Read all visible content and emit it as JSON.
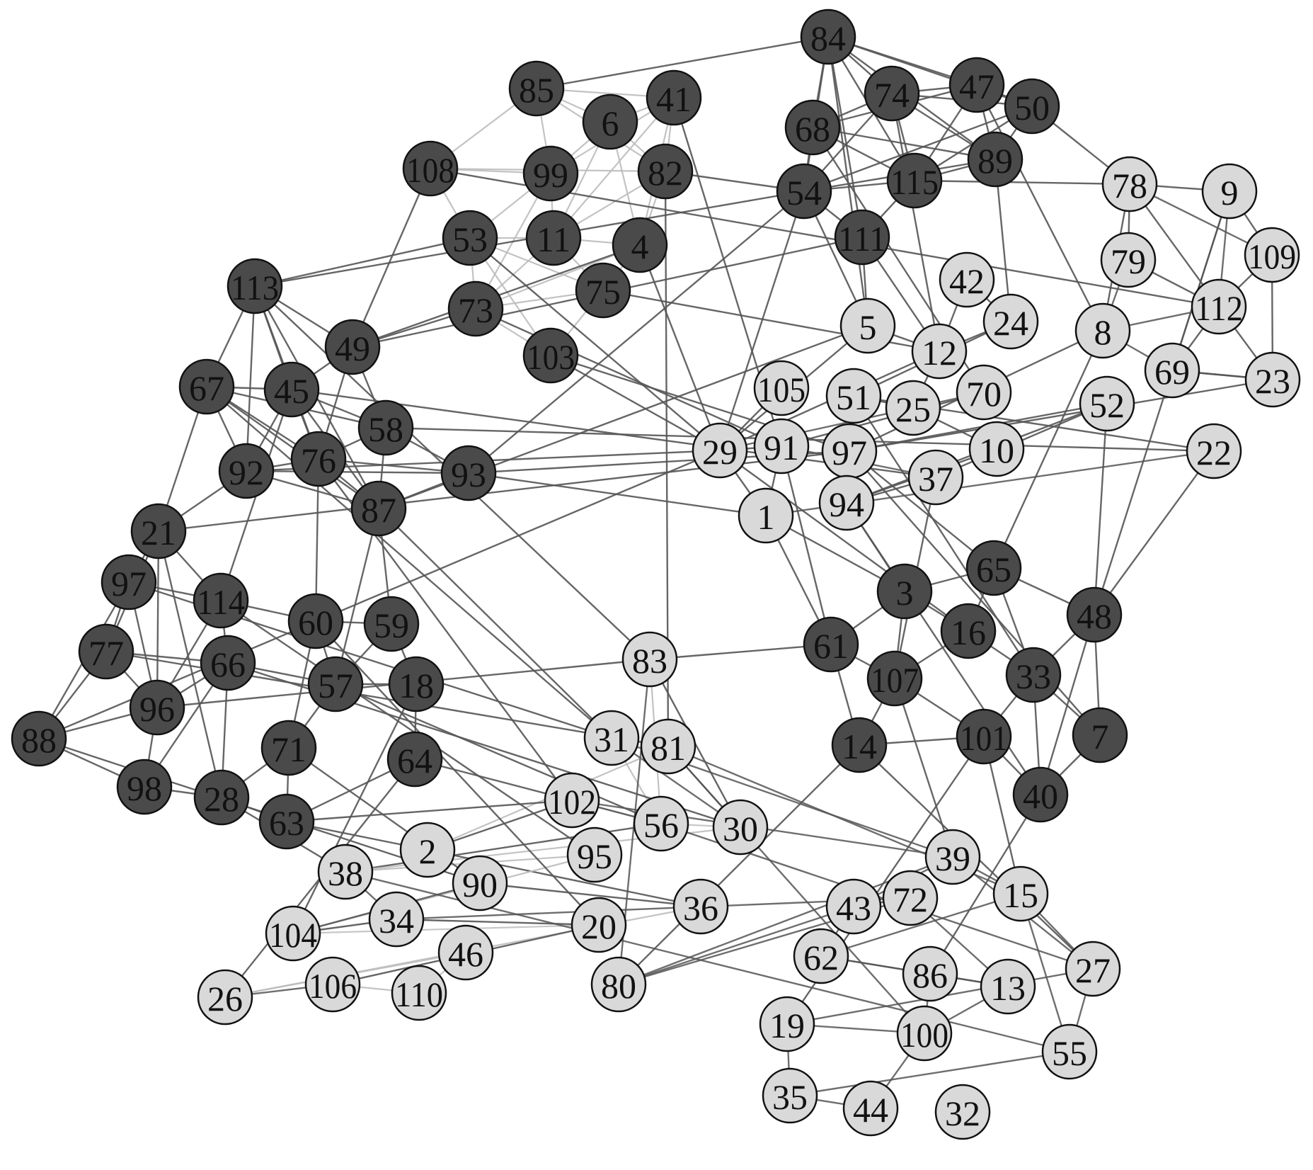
{
  "colors": {
    "dark_node": "#4a4a4a",
    "light_node": "#d9d9d9",
    "node_stroke": "#111111",
    "edge_dark": "#555555",
    "edge_light": "#bdbdbd",
    "label": "#111111"
  },
  "nodes": [
    {
      "label": "84",
      "group": "dark"
    },
    {
      "label": "74",
      "group": "dark"
    },
    {
      "label": "47",
      "group": "dark"
    },
    {
      "label": "50",
      "group": "dark"
    },
    {
      "label": "68",
      "group": "dark"
    },
    {
      "label": "89",
      "group": "dark"
    },
    {
      "label": "115",
      "group": "dark"
    },
    {
      "label": "54",
      "group": "dark"
    },
    {
      "label": "111",
      "group": "dark"
    },
    {
      "label": "85",
      "group": "dark"
    },
    {
      "label": "41",
      "group": "dark"
    },
    {
      "label": "6",
      "group": "dark"
    },
    {
      "label": "108",
      "group": "dark"
    },
    {
      "label": "99",
      "group": "dark"
    },
    {
      "label": "82",
      "group": "dark"
    },
    {
      "label": "53",
      "group": "dark"
    },
    {
      "label": "11",
      "group": "dark"
    },
    {
      "label": "4",
      "group": "dark"
    },
    {
      "label": "75",
      "group": "dark"
    },
    {
      "label": "73",
      "group": "dark"
    },
    {
      "label": "103",
      "group": "dark"
    },
    {
      "label": "113",
      "group": "dark"
    },
    {
      "label": "49",
      "group": "dark"
    },
    {
      "label": "67",
      "group": "dark"
    },
    {
      "label": "45",
      "group": "dark"
    },
    {
      "label": "58",
      "group": "dark"
    },
    {
      "label": "92",
      "group": "dark"
    },
    {
      "label": "76",
      "group": "dark"
    },
    {
      "label": "93",
      "group": "dark"
    },
    {
      "label": "87",
      "group": "dark"
    },
    {
      "label": "21",
      "group": "dark"
    },
    {
      "label": "97",
      "group": "dark"
    },
    {
      "label": "114",
      "group": "dark"
    },
    {
      "label": "60",
      "group": "dark"
    },
    {
      "label": "59",
      "group": "dark"
    },
    {
      "label": "77",
      "group": "dark"
    },
    {
      "label": "66",
      "group": "dark"
    },
    {
      "label": "57",
      "group": "dark"
    },
    {
      "label": "18",
      "group": "dark"
    },
    {
      "label": "96",
      "group": "dark"
    },
    {
      "label": "88",
      "group": "dark"
    },
    {
      "label": "71",
      "group": "dark"
    },
    {
      "label": "64",
      "group": "dark"
    },
    {
      "label": "98",
      "group": "dark"
    },
    {
      "label": "28",
      "group": "dark"
    },
    {
      "label": "63",
      "group": "dark"
    },
    {
      "label": "3",
      "group": "dark"
    },
    {
      "label": "65",
      "group": "dark"
    },
    {
      "label": "48",
      "group": "dark"
    },
    {
      "label": "16",
      "group": "dark"
    },
    {
      "label": "61",
      "group": "dark"
    },
    {
      "label": "107",
      "group": "dark"
    },
    {
      "label": "33",
      "group": "dark"
    },
    {
      "label": "14",
      "group": "dark"
    },
    {
      "label": "101",
      "group": "dark"
    },
    {
      "label": "7",
      "group": "dark"
    },
    {
      "label": "40",
      "group": "dark"
    },
    {
      "label": "78",
      "group": "light"
    },
    {
      "label": "9",
      "group": "light"
    },
    {
      "label": "109",
      "group": "light"
    },
    {
      "label": "79",
      "group": "light"
    },
    {
      "label": "42",
      "group": "light"
    },
    {
      "label": "112",
      "group": "light"
    },
    {
      "label": "5",
      "group": "light"
    },
    {
      "label": "24",
      "group": "light"
    },
    {
      "label": "8",
      "group": "light"
    },
    {
      "label": "12",
      "group": "light"
    },
    {
      "label": "69",
      "group": "light"
    },
    {
      "label": "23",
      "group": "light"
    },
    {
      "label": "105",
      "group": "light"
    },
    {
      "label": "51",
      "group": "light"
    },
    {
      "label": "70",
      "group": "light"
    },
    {
      "label": "25",
      "group": "light"
    },
    {
      "label": "52",
      "group": "light"
    },
    {
      "label": "29",
      "group": "light"
    },
    {
      "label": "91",
      "group": "light"
    },
    {
      "label": "97",
      "group": "light"
    },
    {
      "label": "10",
      "group": "light"
    },
    {
      "label": "22",
      "group": "light"
    },
    {
      "label": "37",
      "group": "light"
    },
    {
      "label": "1",
      "group": "light"
    },
    {
      "label": "94",
      "group": "light"
    },
    {
      "label": "83",
      "group": "light"
    },
    {
      "label": "31",
      "group": "light"
    },
    {
      "label": "81",
      "group": "light"
    },
    {
      "label": "102",
      "group": "light"
    },
    {
      "label": "56",
      "group": "light"
    },
    {
      "label": "30",
      "group": "light"
    },
    {
      "label": "2",
      "group": "light"
    },
    {
      "label": "38",
      "group": "light"
    },
    {
      "label": "90",
      "group": "light"
    },
    {
      "label": "95",
      "group": "light"
    },
    {
      "label": "104",
      "group": "light"
    },
    {
      "label": "34",
      "group": "light"
    },
    {
      "label": "36",
      "group": "light"
    },
    {
      "label": "20",
      "group": "light"
    },
    {
      "label": "46",
      "group": "light"
    },
    {
      "label": "26",
      "group": "light"
    },
    {
      "label": "106",
      "group": "light"
    },
    {
      "label": "110",
      "group": "light"
    },
    {
      "label": "80",
      "group": "light"
    },
    {
      "label": "39",
      "group": "light"
    },
    {
      "label": "43",
      "group": "light"
    },
    {
      "label": "72",
      "group": "light"
    },
    {
      "label": "15",
      "group": "light"
    },
    {
      "label": "62",
      "group": "light"
    },
    {
      "label": "86",
      "group": "light"
    },
    {
      "label": "13",
      "group": "light"
    },
    {
      "label": "27",
      "group": "light"
    },
    {
      "label": "19",
      "group": "light"
    },
    {
      "label": "100",
      "group": "light"
    },
    {
      "label": "55",
      "group": "light"
    },
    {
      "label": "35",
      "group": "light"
    },
    {
      "label": "44",
      "group": "light"
    },
    {
      "label": "32",
      "group": "light"
    }
  ],
  "edges": [
    [
      0,
      1
    ],
    [
      0,
      2
    ],
    [
      0,
      4
    ],
    [
      0,
      7
    ],
    [
      0,
      6
    ],
    [
      0,
      8
    ],
    [
      0,
      9
    ],
    [
      0,
      5
    ],
    [
      1,
      2
    ],
    [
      1,
      3
    ],
    [
      1,
      4
    ],
    [
      1,
      7
    ],
    [
      1,
      6
    ],
    [
      1,
      5
    ],
    [
      2,
      3
    ],
    [
      2,
      5
    ],
    [
      2,
      6
    ],
    [
      2,
      4
    ],
    [
      3,
      5
    ],
    [
      3,
      6
    ],
    [
      3,
      7
    ],
    [
      4,
      7
    ],
    [
      4,
      6
    ],
    [
      4,
      5
    ],
    [
      5,
      6
    ],
    [
      5,
      7
    ],
    [
      6,
      7
    ],
    [
      7,
      8
    ],
    [
      8,
      6
    ],
    [
      0,
      3
    ],
    [
      9,
      11
    ],
    [
      9,
      13
    ],
    [
      9,
      14
    ],
    [
      9,
      12
    ],
    [
      9,
      10
    ],
    [
      10,
      11
    ],
    [
      10,
      14
    ],
    [
      10,
      13
    ],
    [
      10,
      16
    ],
    [
      10,
      17
    ],
    [
      11,
      13
    ],
    [
      11,
      14
    ],
    [
      11,
      16
    ],
    [
      11,
      17
    ],
    [
      12,
      13
    ],
    [
      12,
      15
    ],
    [
      12,
      14
    ],
    [
      13,
      15
    ],
    [
      13,
      16
    ],
    [
      13,
      19
    ],
    [
      14,
      16
    ],
    [
      14,
      17
    ],
    [
      14,
      7
    ],
    [
      15,
      16
    ],
    [
      15,
      19
    ],
    [
      15,
      18
    ],
    [
      16,
      17
    ],
    [
      16,
      19
    ],
    [
      17,
      18
    ],
    [
      17,
      19
    ],
    [
      18,
      19
    ],
    [
      19,
      20
    ],
    [
      20,
      18
    ],
    [
      15,
      20
    ],
    [
      16,
      18
    ],
    [
      21,
      23
    ],
    [
      21,
      24
    ],
    [
      21,
      22
    ],
    [
      21,
      26
    ],
    [
      21,
      27
    ],
    [
      21,
      29
    ],
    [
      21,
      15
    ],
    [
      22,
      24
    ],
    [
      22,
      25
    ],
    [
      22,
      27
    ],
    [
      22,
      12
    ],
    [
      23,
      24
    ],
    [
      23,
      26
    ],
    [
      23,
      27
    ],
    [
      23,
      29
    ],
    [
      23,
      30
    ],
    [
      24,
      26
    ],
    [
      24,
      27
    ],
    [
      24,
      25
    ],
    [
      24,
      29
    ],
    [
      25,
      27
    ],
    [
      25,
      28
    ],
    [
      25,
      29
    ],
    [
      26,
      27
    ],
    [
      26,
      29
    ],
    [
      26,
      28
    ],
    [
      27,
      29
    ],
    [
      27,
      28
    ],
    [
      28,
      29
    ],
    [
      22,
      19
    ],
    [
      22,
      17
    ],
    [
      23,
      25
    ],
    [
      30,
      31
    ],
    [
      30,
      35
    ],
    [
      30,
      32
    ],
    [
      30,
      39
    ],
    [
      30,
      44
    ],
    [
      31,
      35
    ],
    [
      31,
      32
    ],
    [
      31,
      39
    ],
    [
      31,
      40
    ],
    [
      32,
      36
    ],
    [
      32,
      33
    ],
    [
      32,
      39
    ],
    [
      33,
      37
    ],
    [
      33,
      34
    ],
    [
      34,
      38
    ],
    [
      34,
      37
    ],
    [
      35,
      39
    ],
    [
      35,
      40
    ],
    [
      35,
      36
    ],
    [
      36,
      39
    ],
    [
      36,
      37
    ],
    [
      36,
      44
    ],
    [
      37,
      41
    ],
    [
      37,
      38
    ],
    [
      38,
      42
    ],
    [
      39,
      43
    ],
    [
      39,
      40
    ],
    [
      40,
      43
    ],
    [
      41,
      44
    ],
    [
      41,
      45
    ],
    [
      43,
      44
    ],
    [
      44,
      45
    ],
    [
      42,
      45
    ],
    [
      33,
      41
    ],
    [
      36,
      43
    ],
    [
      29,
      34
    ],
    [
      29,
      37
    ],
    [
      26,
      30
    ],
    [
      24,
      32
    ],
    [
      27,
      33
    ],
    [
      46,
      47
    ],
    [
      46,
      49
    ],
    [
      46,
      50
    ],
    [
      46,
      51
    ],
    [
      47,
      49
    ],
    [
      47,
      48
    ],
    [
      48,
      52
    ],
    [
      48,
      55
    ],
    [
      48,
      56
    ],
    [
      49,
      52
    ],
    [
      49,
      51
    ],
    [
      50,
      51
    ],
    [
      50,
      53
    ],
    [
      51,
      53
    ],
    [
      51,
      54
    ],
    [
      52,
      54
    ],
    [
      52,
      55
    ],
    [
      53,
      54
    ],
    [
      54,
      56
    ],
    [
      55,
      56
    ],
    [
      52,
      56
    ],
    [
      47,
      52
    ],
    [
      57,
      58
    ],
    [
      57,
      59
    ],
    [
      57,
      60
    ],
    [
      57,
      62
    ],
    [
      57,
      65
    ],
    [
      58,
      59
    ],
    [
      58,
      62
    ],
    [
      58,
      67
    ],
    [
      59,
      62
    ],
    [
      59,
      68
    ],
    [
      60,
      62
    ],
    [
      60,
      65
    ],
    [
      61,
      64
    ],
    [
      61,
      66
    ],
    [
      62,
      67
    ],
    [
      62,
      68
    ],
    [
      62,
      65
    ],
    [
      63,
      66
    ],
    [
      63,
      74
    ],
    [
      64,
      70
    ],
    [
      64,
      66
    ],
    [
      65,
      67
    ],
    [
      65,
      76
    ],
    [
      66,
      72
    ],
    [
      66,
      74
    ],
    [
      67,
      68
    ],
    [
      68,
      67
    ],
    [
      69,
      74
    ],
    [
      70,
      72
    ],
    [
      70,
      78
    ],
    [
      71,
      75
    ],
    [
      71,
      74
    ],
    [
      72,
      77
    ],
    [
      73,
      76
    ],
    [
      73,
      79
    ],
    [
      74,
      75
    ],
    [
      75,
      79
    ],
    [
      75,
      80
    ],
    [
      76,
      81
    ],
    [
      76,
      68
    ],
    [
      77,
      81
    ],
    [
      78,
      80
    ],
    [
      79,
      81
    ],
    [
      80,
      74
    ],
    [
      73,
      81
    ],
    [
      83,
      86
    ],
    [
      83,
      87
    ],
    [
      83,
      84
    ],
    [
      84,
      87
    ],
    [
      85,
      86
    ],
    [
      85,
      88
    ],
    [
      86,
      87
    ],
    [
      86,
      89
    ],
    [
      87,
      89
    ],
    [
      88,
      94
    ],
    [
      88,
      84
    ],
    [
      89,
      93
    ],
    [
      89,
      91
    ],
    [
      90,
      94
    ],
    [
      91,
      92
    ],
    [
      92,
      93
    ],
    [
      92,
      95
    ],
    [
      93,
      95
    ],
    [
      94,
      97
    ],
    [
      95,
      98
    ],
    [
      96,
      97
    ],
    [
      97,
      98
    ],
    [
      98,
      99
    ],
    [
      90,
      92
    ],
    [
      82,
      86
    ],
    [
      82,
      87
    ],
    [
      100,
      101
    ],
    [
      100,
      102
    ],
    [
      100,
      103
    ],
    [
      101,
      104
    ],
    [
      101,
      102
    ],
    [
      102,
      105
    ],
    [
      102,
      103
    ],
    [
      103,
      107
    ],
    [
      104,
      105
    ],
    [
      104,
      108
    ],
    [
      105,
      106
    ],
    [
      105,
      107
    ],
    [
      106,
      107
    ],
    [
      106,
      110
    ],
    [
      107,
      110
    ],
    [
      108,
      109
    ],
    [
      108,
      111
    ],
    [
      109,
      110
    ],
    [
      109,
      112
    ],
    [
      110,
      113
    ],
    [
      111,
      112
    ],
    [
      112,
      113
    ],
    [
      104,
      111
    ],
    [
      101,
      108
    ],
    [
      21,
      7
    ],
    [
      21,
      82
    ],
    [
      28,
      7
    ],
    [
      28,
      76
    ],
    [
      29,
      63
    ],
    [
      29,
      83
    ],
    [
      28,
      80
    ],
    [
      23,
      83
    ],
    [
      27,
      85
    ],
    [
      22,
      8
    ],
    [
      25,
      78
    ],
    [
      30,
      76
    ],
    [
      31,
      83
    ],
    [
      40,
      74
    ],
    [
      44,
      89
    ],
    [
      45,
      88
    ],
    [
      42,
      86
    ],
    [
      35,
      84
    ],
    [
      39,
      82
    ],
    [
      41,
      90
    ],
    [
      7,
      63
    ],
    [
      7,
      74
    ],
    [
      8,
      63
    ],
    [
      8,
      66
    ],
    [
      14,
      84
    ],
    [
      17,
      74
    ],
    [
      20,
      74
    ],
    [
      6,
      57
    ],
    [
      3,
      57
    ],
    [
      5,
      64
    ],
    [
      2,
      65
    ],
    [
      0,
      63
    ],
    [
      1,
      66
    ],
    [
      4,
      71
    ],
    [
      10,
      75
    ],
    [
      46,
      80
    ],
    [
      47,
      76
    ],
    [
      48,
      73
    ],
    [
      49,
      74
    ],
    [
      50,
      82
    ],
    [
      51,
      101
    ],
    [
      52,
      70
    ],
    [
      53,
      100
    ],
    [
      54,
      109
    ],
    [
      55,
      76
    ],
    [
      56,
      106
    ],
    [
      47,
      65
    ],
    [
      48,
      58
    ],
    [
      54,
      104
    ],
    [
      53,
      108
    ],
    [
      82,
      100
    ],
    [
      83,
      101
    ],
    [
      84,
      104
    ],
    [
      85,
      101
    ],
    [
      89,
      111
    ],
    [
      93,
      103
    ],
    [
      96,
      99
    ],
    [
      84,
      110
    ],
    [
      86,
      108
    ],
    [
      81,
      46
    ],
    [
      80,
      50
    ],
    [
      75,
      50
    ],
    [
      79,
      51
    ],
    [
      78,
      48
    ],
    [
      81,
      56
    ],
    [
      12,
      62
    ],
    [
      15,
      74
    ],
    [
      19,
      75
    ],
    [
      20,
      76
    ],
    [
      18,
      66
    ],
    [
      26,
      74
    ],
    [
      24,
      79
    ],
    [
      32,
      91
    ],
    [
      37,
      86
    ],
    [
      38,
      92
    ],
    [
      42,
      97
    ],
    [
      33,
      95
    ],
    [
      36,
      87
    ],
    [
      40,
      90
    ],
    [
      45,
      85
    ]
  ]
}
